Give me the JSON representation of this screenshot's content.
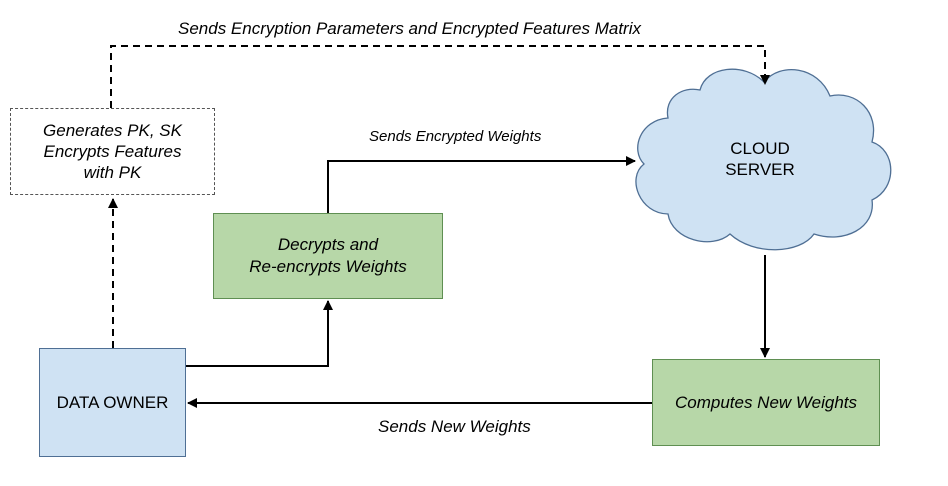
{
  "colors": {
    "green_fill": "#b7d7a8",
    "green_stroke": "#5f8f52",
    "blue_fill": "#cfe2f3",
    "blue_stroke": "#4f6f94",
    "line": "#000000"
  },
  "nodes": {
    "keygen": {
      "line1": "Generates PK, SK",
      "line2": "Encrypts Features",
      "line3": "with PK"
    },
    "reencrypt": {
      "line1": "Decrypts and",
      "line2": "Re-encrypts Weights"
    },
    "cloud": {
      "line1": "CLOUD",
      "line2": "SERVER"
    },
    "data_owner": {
      "label": "DATA OWNER"
    },
    "compute": {
      "label": "Computes New Weights"
    }
  },
  "edges": {
    "params_to_cloud": "Sends Encryption Parameters and Encrypted Features Matrix",
    "weights_to_cloud": "Sends Encrypted Weights",
    "new_weights_to_owner": "Sends New Weights"
  }
}
